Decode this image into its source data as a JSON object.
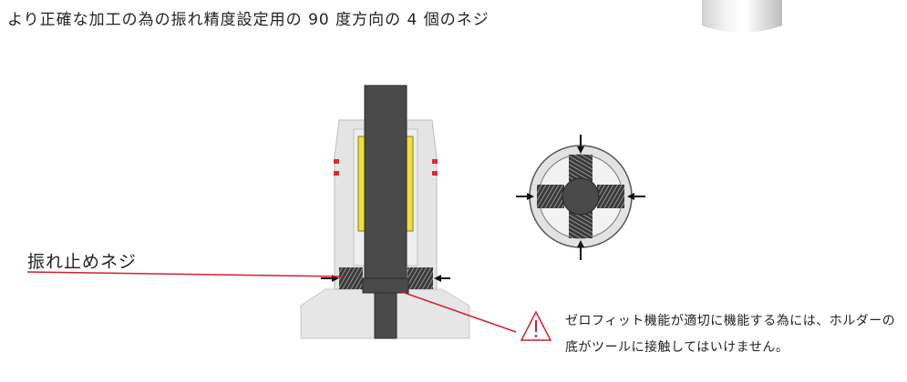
{
  "heading": "より正確な加工の為の振れ精度設定用の 90 度方向の 4 個のネジ",
  "runout_label": "振れ止めネジ",
  "warning": "ゼロフィット機能が適切に機能する為には、ホルダーの底がツールに接触してはいけません。",
  "colors": {
    "warning_red": "#d21f2e",
    "body_gray": "#e6e6e6",
    "tool_dark": "#4a4a4a",
    "insert_yellow": "#f0e03a",
    "pin_red": "#e02a2a"
  },
  "icons": {
    "warning": "warning-triangle-icon"
  }
}
